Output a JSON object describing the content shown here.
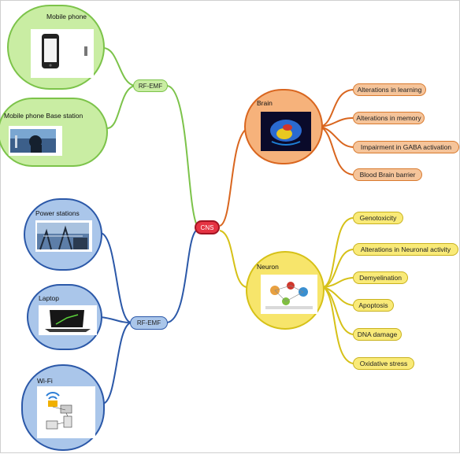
{
  "center": {
    "label": "CNS"
  },
  "hubs": {
    "top": "RF-EMF",
    "bottom": "RF-EMF"
  },
  "sources": [
    {
      "label": "Mobile phone",
      "icon": "mobile-phone-icon"
    },
    {
      "label": "Mobile phone Base station",
      "icon": "base-station-photo"
    },
    {
      "label": "Power stations",
      "icon": "power-station-photo"
    },
    {
      "label": "Laptop",
      "icon": "laptop-icon"
    },
    {
      "label": "Wi-Fi",
      "icon": "wifi-router-diagram"
    }
  ],
  "targets": {
    "brain": {
      "label": "Brain",
      "effects": [
        "Alterations in learning",
        "Alterations in memory",
        "Impairment in GABA activation",
        "Blood Brain barrier"
      ]
    },
    "neuron": {
      "label": "Neuron",
      "effects": [
        "Genotoxicity",
        "Alterations in Neuronal activity",
        "Demyelination",
        "Apoptosis",
        "DNA damage",
        "Oxidative stress"
      ]
    }
  },
  "colors": {
    "green": "#7cc34a",
    "green_fill": "#c9eda3",
    "blue": "#2b58a8",
    "blue_fill": "#aac6ea",
    "orange": "#d9661f",
    "orange_fill": "#f6b27b",
    "yellow": "#d6c118",
    "yellow_fill": "#f7e56b",
    "red": "#e53343"
  }
}
